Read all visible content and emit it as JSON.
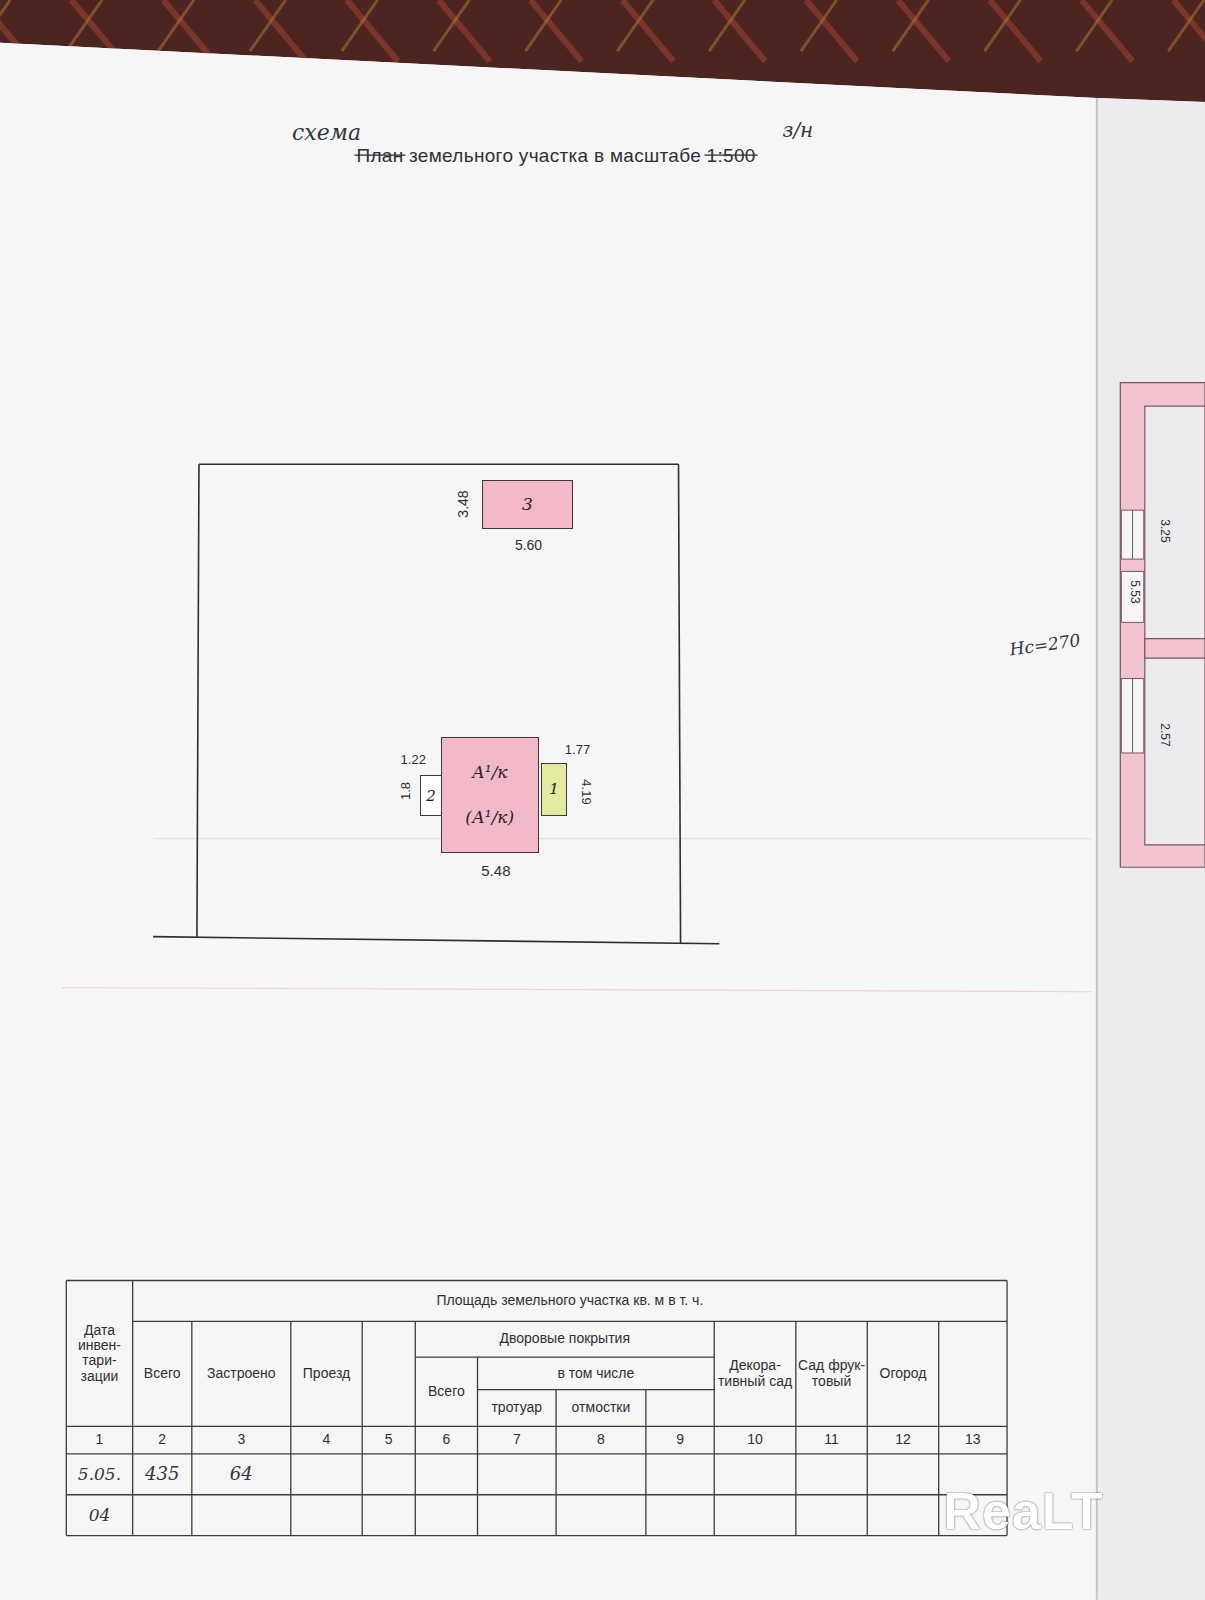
{
  "diagram": {
    "title": "План земельного участка в масштабе 1:500",
    "nodes": [
      {
        "text": [
          "3"
        ]
      },
      {
        "text": [
          "А¹/к",
          "(А¹/к)"
        ]
      },
      {
        "text": [
          "2"
        ]
      },
      {
        "text": [
          "1"
        ]
      }
    ],
    "labels": [
      "схема",
      "з/н",
      "3.48",
      "5.60",
      "1.22",
      "1.8",
      "1.77",
      "4.19",
      "5.48",
      "Нс=270",
      "5.53",
      "3.25",
      "2.57",
      "Дата инвен- тари- зации",
      "Площадь земельного участка кв. м в т. ч.",
      "Всего",
      "Застроено",
      "Проезд",
      "Дворовые покрытия",
      "Всего",
      "в том числе",
      "тротуар",
      "отмостки",
      "Декора- тивный сад",
      "Сад фрук- товый",
      "Огород",
      "1",
      "2",
      "3",
      "4",
      "5",
      "6",
      "7",
      "8",
      "9",
      "10",
      "11",
      "12",
      "13",
      "5.05.",
      "435",
      "64",
      "04",
      "ReaLT"
    ]
  }
}
